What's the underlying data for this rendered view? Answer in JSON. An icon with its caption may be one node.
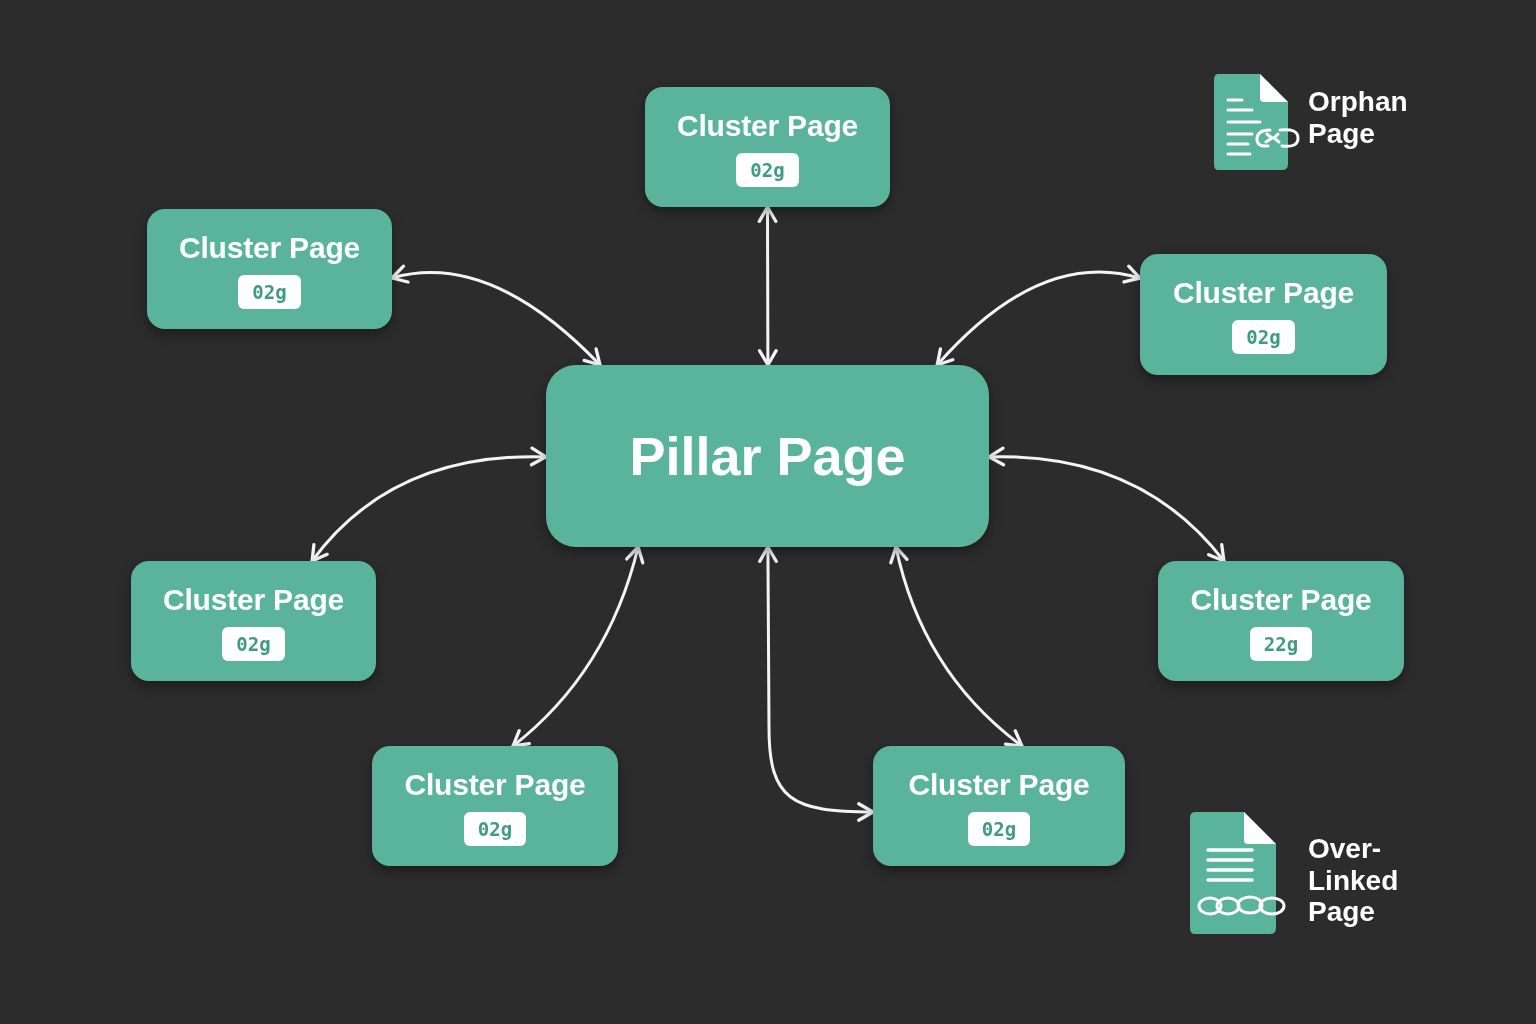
{
  "diagram": {
    "nodes": [
      {
        "text": [
          "Cluster Page",
          "02g"
        ]
      },
      {
        "text": [
          "Cluster Page",
          "02g"
        ]
      },
      {
        "text": [
          "Cluster Page",
          "02g"
        ]
      },
      {
        "text": [
          "Pillar Page"
        ]
      },
      {
        "text": [
          "Cluster Page",
          "02g"
        ]
      },
      {
        "text": [
          "Cluster Page",
          "22g"
        ]
      },
      {
        "text": [
          "Cluster Page",
          "02g"
        ]
      },
      {
        "text": [
          "Cluster Page",
          "02g"
        ]
      }
    ],
    "edges": [
      {
        "from": 0,
        "to": 3,
        "arrow": "both"
      },
      {
        "from": 1,
        "to": 3,
        "arrow": "both"
      },
      {
        "from": 2,
        "to": 3,
        "arrow": "both"
      },
      {
        "from": 4,
        "to": 3,
        "arrow": "both"
      },
      {
        "from": 5,
        "to": 3,
        "arrow": "both"
      },
      {
        "from": 6,
        "to": 3,
        "arrow": "both"
      },
      {
        "from": 7,
        "to": 3,
        "arrow": "both"
      },
      {
        "from": 7,
        "to": 3,
        "arrow": "both"
      }
    ],
    "labels": [
      "Orphan Page",
      "Over-Linked Page"
    ]
  }
}
